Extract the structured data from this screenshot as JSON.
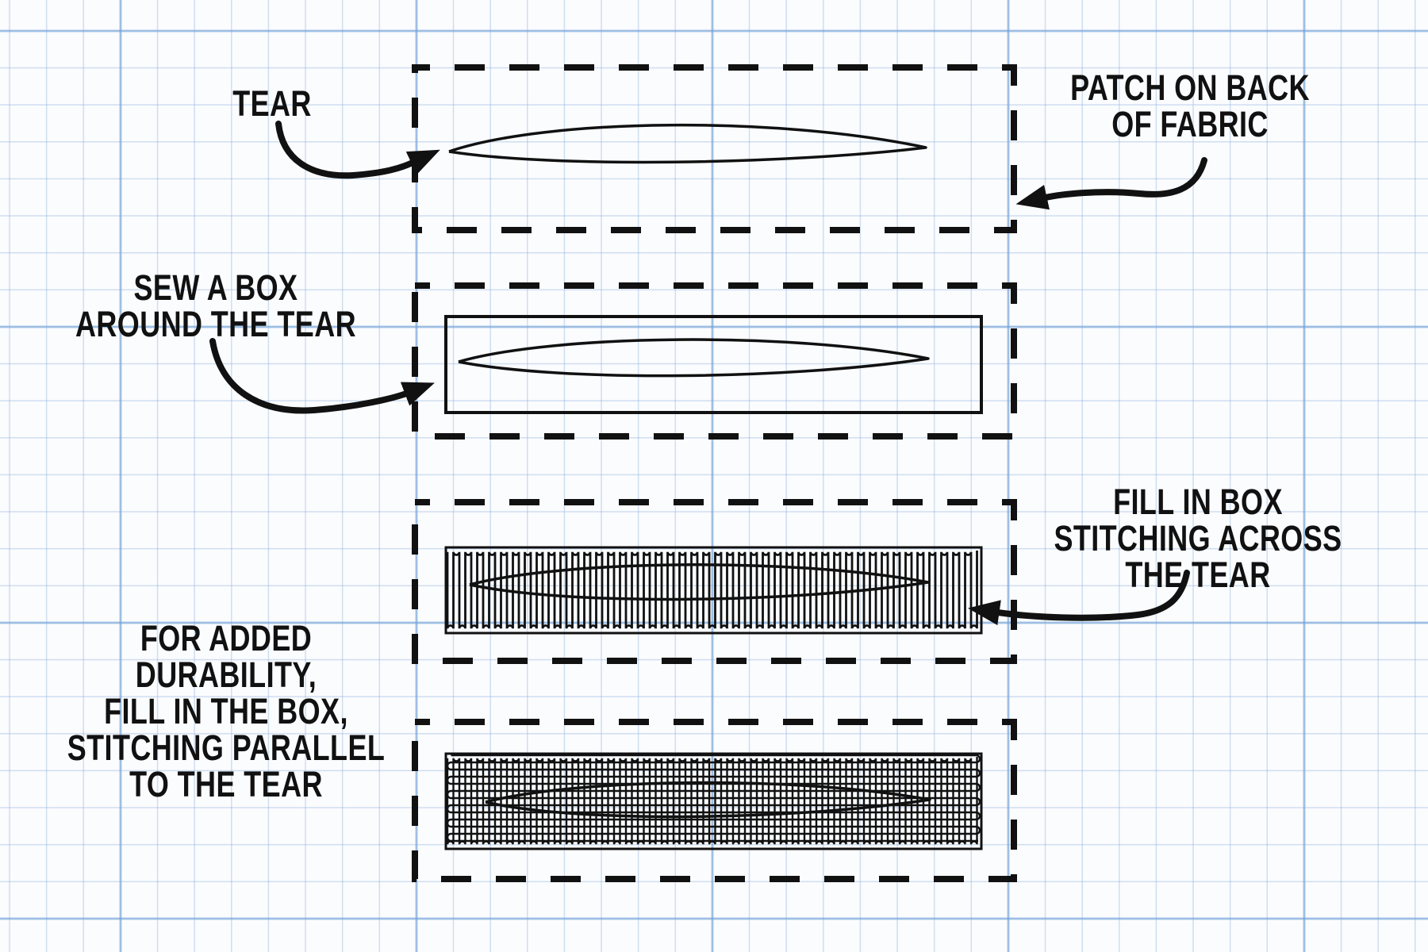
{
  "labels": {
    "tear": [
      "TEAR"
    ],
    "patch_on_back": [
      "PATCH ON BACK",
      "OF FABRIC"
    ],
    "sew_box": [
      "SEW A BOX",
      "AROUND THE TEAR"
    ],
    "fill_across": [
      "FILL IN BOX",
      "STITCHING ACROSS",
      "THE TEAR"
    ],
    "fill_parallel": [
      "FOR ADDED",
      "DURABILITY,",
      "FILL IN THE BOX,",
      "STITCHING PARALLEL",
      "TO THE TEAR"
    ]
  },
  "colors": {
    "ink": "#111111",
    "paper": "#fbfcfe",
    "grid_minor": "rgba(125,165,215,0.35)",
    "grid_major": "rgba(110,160,215,0.55)"
  }
}
